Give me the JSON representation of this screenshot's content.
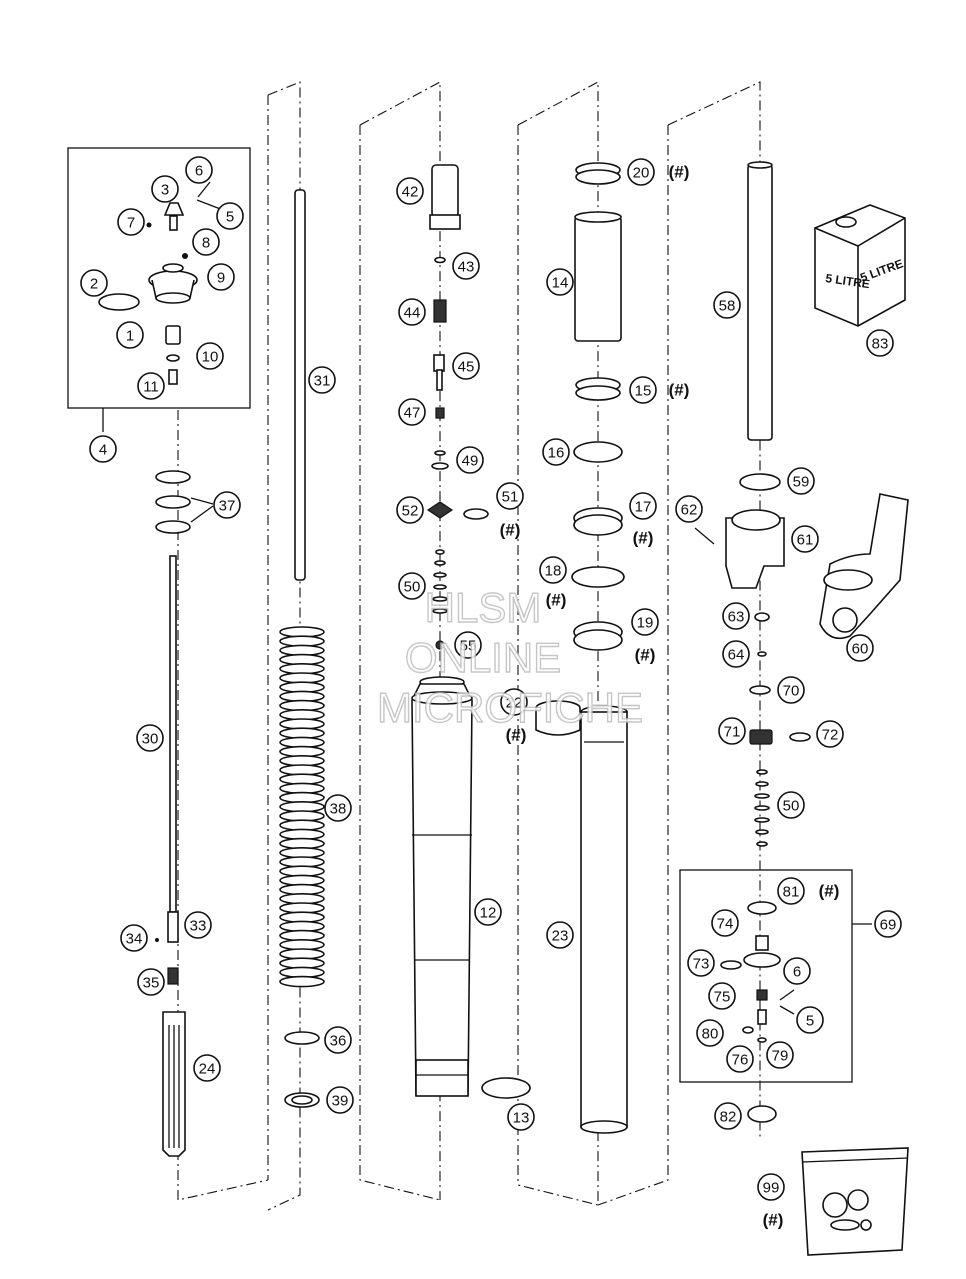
{
  "callouts": [
    {
      "id": "c1",
      "label": "1"
    },
    {
      "id": "c2",
      "label": "2"
    },
    {
      "id": "c3",
      "label": "3"
    },
    {
      "id": "c4",
      "label": "4"
    },
    {
      "id": "c5a",
      "label": "5"
    },
    {
      "id": "c6a",
      "label": "6"
    },
    {
      "id": "c7",
      "label": "7"
    },
    {
      "id": "c8",
      "label": "8"
    },
    {
      "id": "c9",
      "label": "9"
    },
    {
      "id": "c10",
      "label": "10"
    },
    {
      "id": "c11",
      "label": "11"
    },
    {
      "id": "c12",
      "label": "12"
    },
    {
      "id": "c13",
      "label": "13"
    },
    {
      "id": "c14",
      "label": "14"
    },
    {
      "id": "c15",
      "label": "15"
    },
    {
      "id": "c16",
      "label": "16"
    },
    {
      "id": "c17",
      "label": "17"
    },
    {
      "id": "c18",
      "label": "18"
    },
    {
      "id": "c19",
      "label": "19"
    },
    {
      "id": "c20",
      "label": "20"
    },
    {
      "id": "c22",
      "label": "22"
    },
    {
      "id": "c23",
      "label": "23"
    },
    {
      "id": "c24",
      "label": "24"
    },
    {
      "id": "c30",
      "label": "30"
    },
    {
      "id": "c31",
      "label": "31"
    },
    {
      "id": "c33",
      "label": "33"
    },
    {
      "id": "c34",
      "label": "34"
    },
    {
      "id": "c35",
      "label": "35"
    },
    {
      "id": "c36",
      "label": "36"
    },
    {
      "id": "c37",
      "label": "37"
    },
    {
      "id": "c38",
      "label": "38"
    },
    {
      "id": "c39",
      "label": "39"
    },
    {
      "id": "c42",
      "label": "42"
    },
    {
      "id": "c43",
      "label": "43"
    },
    {
      "id": "c44",
      "label": "44"
    },
    {
      "id": "c45",
      "label": "45"
    },
    {
      "id": "c47",
      "label": "47"
    },
    {
      "id": "c49",
      "label": "49"
    },
    {
      "id": "c50a",
      "label": "50"
    },
    {
      "id": "c50b",
      "label": "50"
    },
    {
      "id": "c51",
      "label": "51"
    },
    {
      "id": "c52",
      "label": "52"
    },
    {
      "id": "c55",
      "label": "55"
    },
    {
      "id": "c58",
      "label": "58"
    },
    {
      "id": "c59",
      "label": "59"
    },
    {
      "id": "c60",
      "label": "60"
    },
    {
      "id": "c61",
      "label": "61"
    },
    {
      "id": "c62",
      "label": "62"
    },
    {
      "id": "c63",
      "label": "63"
    },
    {
      "id": "c64",
      "label": "64"
    },
    {
      "id": "c69",
      "label": "69"
    },
    {
      "id": "c70",
      "label": "70"
    },
    {
      "id": "c71",
      "label": "71"
    },
    {
      "id": "c72",
      "label": "72"
    },
    {
      "id": "c73",
      "label": "73"
    },
    {
      "id": "c74",
      "label": "74"
    },
    {
      "id": "c75",
      "label": "75"
    },
    {
      "id": "c76",
      "label": "76"
    },
    {
      "id": "c79",
      "label": "79"
    },
    {
      "id": "c80",
      "label": "80"
    },
    {
      "id": "c81",
      "label": "81"
    },
    {
      "id": "c82",
      "label": "82"
    },
    {
      "id": "c83",
      "label": "83"
    },
    {
      "id": "c99",
      "label": "99"
    },
    {
      "id": "c6b",
      "label": "6"
    },
    {
      "id": "c5b",
      "label": "5"
    }
  ],
  "hash_marks": [
    {
      "id": "h20",
      "text": "(#)"
    },
    {
      "id": "h15",
      "text": "(#)"
    },
    {
      "id": "h51",
      "text": "(#)"
    },
    {
      "id": "h17",
      "text": "(#)"
    },
    {
      "id": "h18",
      "text": "(#)"
    },
    {
      "id": "h19",
      "text": "(#)"
    },
    {
      "id": "h22",
      "text": "(#)"
    },
    {
      "id": "h81",
      "text": "(#)"
    },
    {
      "id": "h99",
      "text": "(#)"
    }
  ],
  "oil_can": {
    "label_front": "5 LITRE",
    "label_side": "5 LITRE"
  },
  "watermark": {
    "line1": "HLSM",
    "line2": "ONLINE",
    "line3": "MICROFICHE"
  }
}
